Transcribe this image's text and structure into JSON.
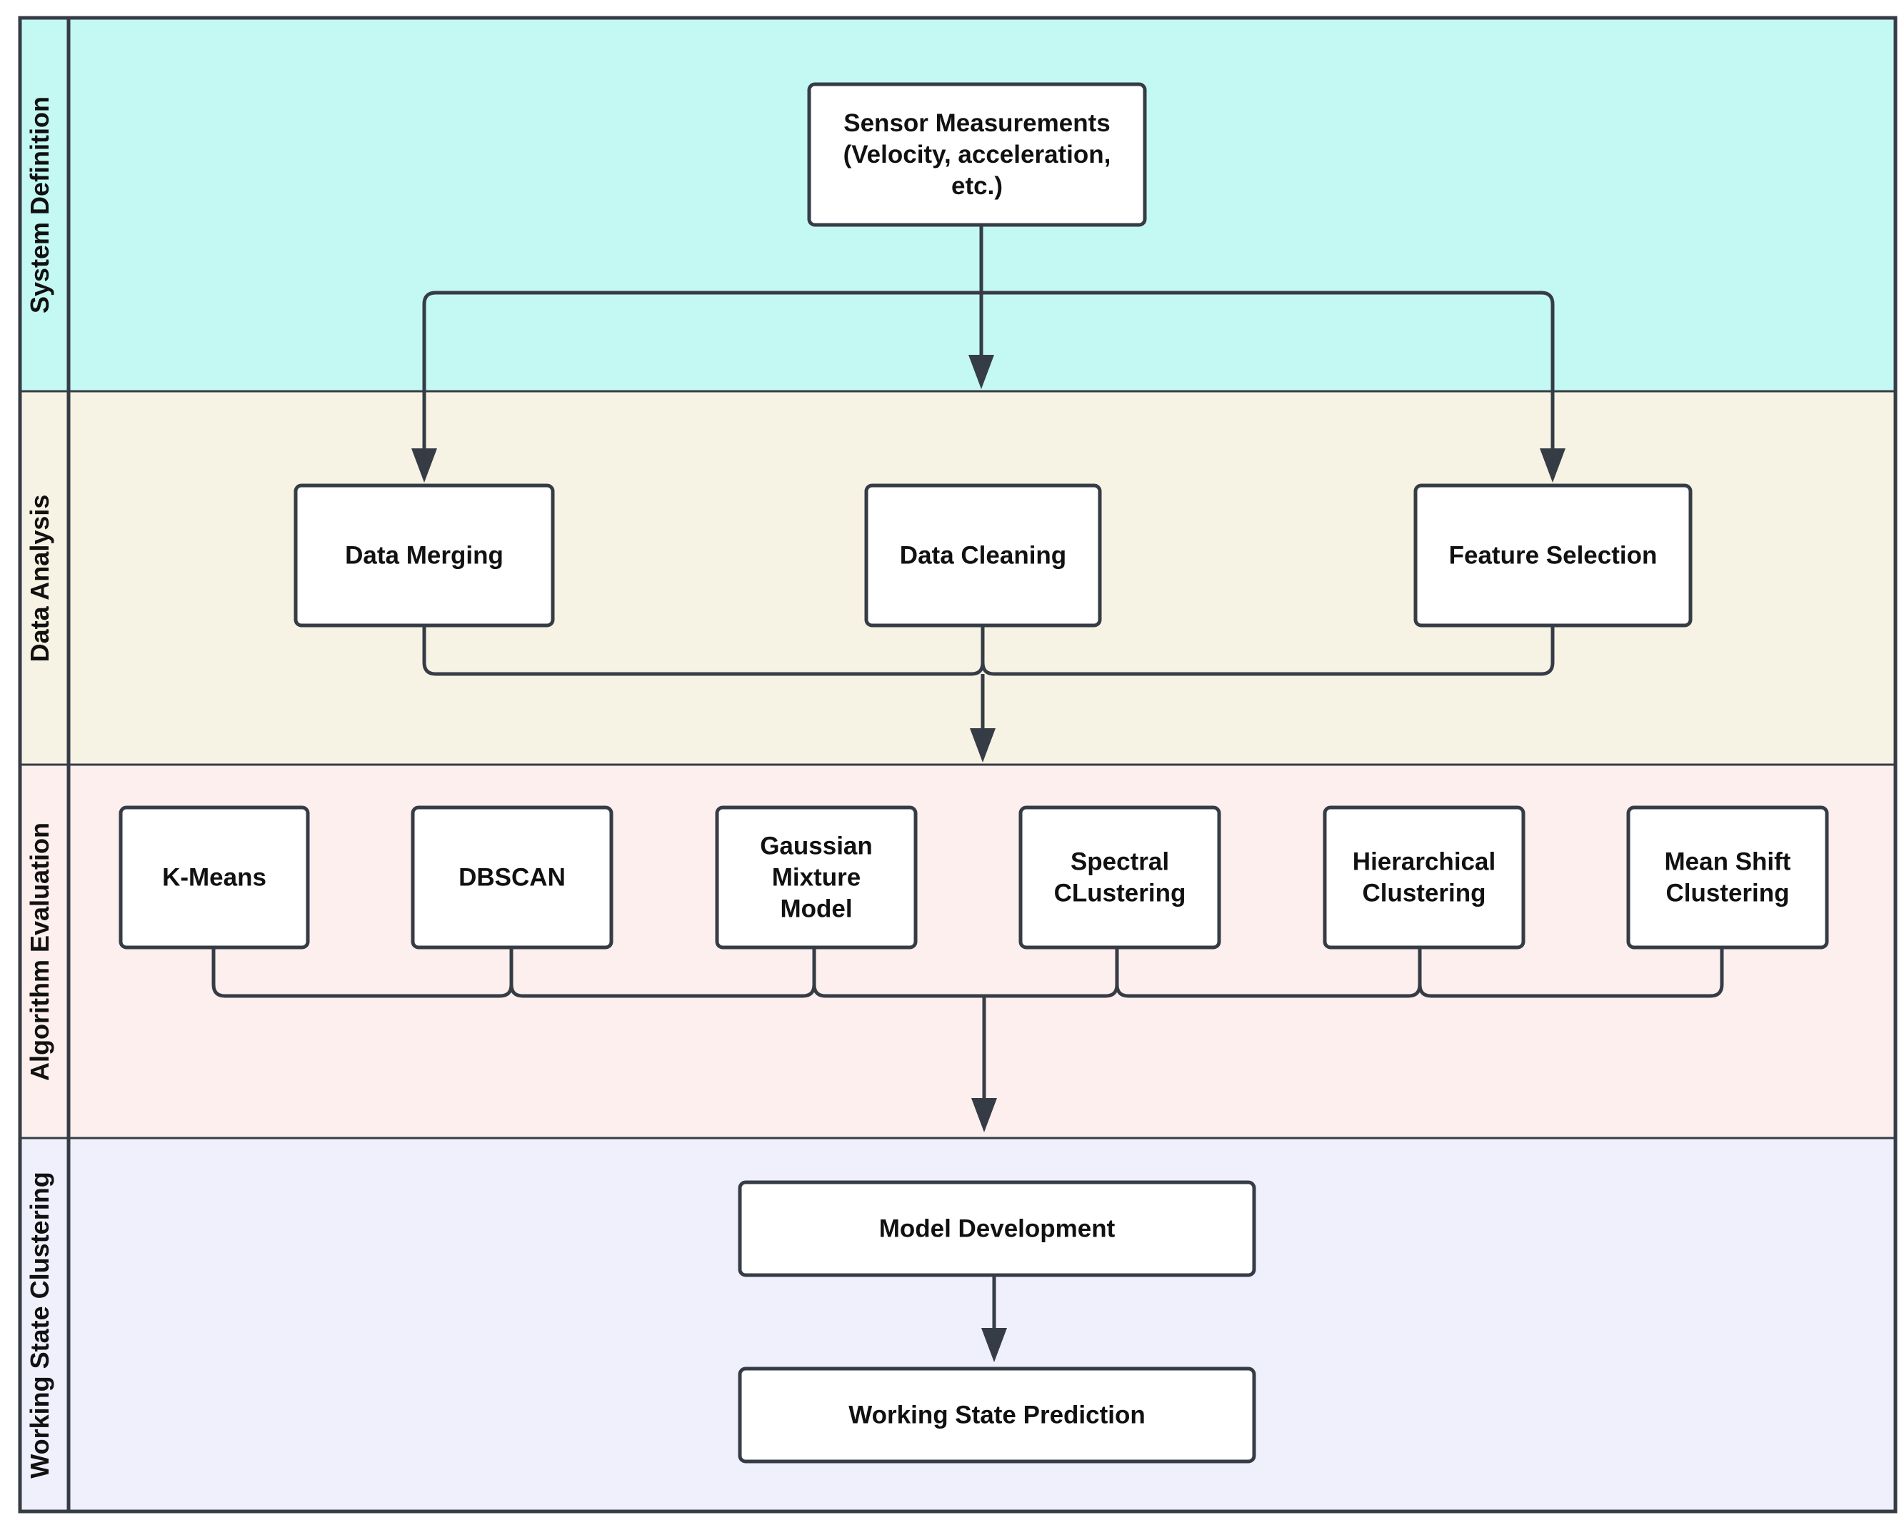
{
  "colors": {
    "lane_system_definition": "#c4f8f2",
    "lane_data_analysis": "#f7f3e4",
    "lane_algorithm_evaluation": "#fdefee",
    "lane_working_state_clustering": "#f0f0fd",
    "border": "#363c45",
    "box_fill": "#ffffff"
  },
  "lanes": [
    {
      "id": "system-definition",
      "label": "System Definition"
    },
    {
      "id": "data-analysis",
      "label": "Data Analysis"
    },
    {
      "id": "algorithm-evaluation",
      "label": "Algorithm Evaluation"
    },
    {
      "id": "working-state-clustering",
      "label": "Working State Clustering"
    }
  ],
  "nodes": {
    "sensor": {
      "lines": [
        "Sensor Measurements",
        "(Velocity, acceleration,",
        "etc.)"
      ]
    },
    "merging": {
      "lines": [
        "Data Merging"
      ]
    },
    "cleaning": {
      "lines": [
        "Data Cleaning"
      ]
    },
    "feature": {
      "lines": [
        "Feature Selection"
      ]
    },
    "kmeans": {
      "lines": [
        "K-Means"
      ]
    },
    "dbscan": {
      "lines": [
        "DBSCAN"
      ]
    },
    "gmm": {
      "lines": [
        "Gaussian",
        "Mixture",
        "Model"
      ]
    },
    "spectral": {
      "lines": [
        "Spectral",
        "CLustering"
      ]
    },
    "hierarchical": {
      "lines": [
        "Hierarchical",
        "Clustering"
      ]
    },
    "meanshift": {
      "lines": [
        "Mean Shift",
        "Clustering"
      ]
    },
    "model_dev": {
      "lines": [
        "Model Development"
      ]
    },
    "prediction": {
      "lines": [
        "Working State Prediction"
      ]
    }
  }
}
